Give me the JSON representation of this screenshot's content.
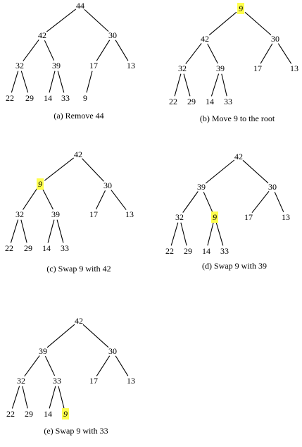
{
  "figure": {
    "highlight_color": "#ffff4d",
    "panels": [
      {
        "caption": "(a) Remove 44",
        "nodes": [
          {
            "id": "n0",
            "label": "44"
          },
          {
            "id": "n1",
            "label": "42"
          },
          {
            "id": "n2",
            "label": "30"
          },
          {
            "id": "n3",
            "label": "32"
          },
          {
            "id": "n4",
            "label": "39"
          },
          {
            "id": "n5",
            "label": "17"
          },
          {
            "id": "n6",
            "label": "13"
          },
          {
            "id": "n7",
            "label": "22"
          },
          {
            "id": "n8",
            "label": "29"
          },
          {
            "id": "n9",
            "label": "14"
          },
          {
            "id": "n10",
            "label": "33"
          },
          {
            "id": "n11",
            "label": "9"
          }
        ],
        "edges": [
          [
            "n0",
            "n1"
          ],
          [
            "n0",
            "n2"
          ],
          [
            "n1",
            "n3"
          ],
          [
            "n1",
            "n4"
          ],
          [
            "n2",
            "n5"
          ],
          [
            "n2",
            "n6"
          ],
          [
            "n3",
            "n7"
          ],
          [
            "n3",
            "n8"
          ],
          [
            "n4",
            "n9"
          ],
          [
            "n4",
            "n10"
          ],
          [
            "n5",
            "n11"
          ]
        ]
      },
      {
        "caption": "(b) Move 9 to the root",
        "nodes": [
          {
            "id": "n0",
            "label": "9",
            "highlight": true
          },
          {
            "id": "n1",
            "label": "42"
          },
          {
            "id": "n2",
            "label": "30"
          },
          {
            "id": "n3",
            "label": "32"
          },
          {
            "id": "n4",
            "label": "39"
          },
          {
            "id": "n5",
            "label": "17"
          },
          {
            "id": "n6",
            "label": "13"
          },
          {
            "id": "n7",
            "label": "22"
          },
          {
            "id": "n8",
            "label": "29"
          },
          {
            "id": "n9",
            "label": "14"
          },
          {
            "id": "n10",
            "label": "33"
          }
        ],
        "edges": [
          [
            "n0",
            "n1"
          ],
          [
            "n0",
            "n2"
          ],
          [
            "n1",
            "n3"
          ],
          [
            "n1",
            "n4"
          ],
          [
            "n2",
            "n5"
          ],
          [
            "n2",
            "n6"
          ],
          [
            "n3",
            "n7"
          ],
          [
            "n3",
            "n8"
          ],
          [
            "n4",
            "n9"
          ],
          [
            "n4",
            "n10"
          ]
        ]
      },
      {
        "caption": "(c) Swap 9 with 42",
        "nodes": [
          {
            "id": "n0",
            "label": "42"
          },
          {
            "id": "n1",
            "label": "9",
            "highlight": true
          },
          {
            "id": "n2",
            "label": "30"
          },
          {
            "id": "n3",
            "label": "32"
          },
          {
            "id": "n4",
            "label": "39"
          },
          {
            "id": "n5",
            "label": "17"
          },
          {
            "id": "n6",
            "label": "13"
          },
          {
            "id": "n7",
            "label": "22"
          },
          {
            "id": "n8",
            "label": "29"
          },
          {
            "id": "n9",
            "label": "14"
          },
          {
            "id": "n10",
            "label": "33"
          }
        ],
        "edges": [
          [
            "n0",
            "n1"
          ],
          [
            "n0",
            "n2"
          ],
          [
            "n1",
            "n3"
          ],
          [
            "n1",
            "n4"
          ],
          [
            "n2",
            "n5"
          ],
          [
            "n2",
            "n6"
          ],
          [
            "n3",
            "n7"
          ],
          [
            "n3",
            "n8"
          ],
          [
            "n4",
            "n9"
          ],
          [
            "n4",
            "n10"
          ]
        ]
      },
      {
        "caption": "(d) Swap 9 with 39",
        "nodes": [
          {
            "id": "n0",
            "label": "42"
          },
          {
            "id": "n1",
            "label": "39"
          },
          {
            "id": "n2",
            "label": "30"
          },
          {
            "id": "n3",
            "label": "32"
          },
          {
            "id": "n4",
            "label": "9",
            "highlight": true
          },
          {
            "id": "n5",
            "label": "17"
          },
          {
            "id": "n6",
            "label": "13"
          },
          {
            "id": "n7",
            "label": "22"
          },
          {
            "id": "n8",
            "label": "29"
          },
          {
            "id": "n9",
            "label": "14"
          },
          {
            "id": "n10",
            "label": "33"
          }
        ],
        "edges": [
          [
            "n0",
            "n1"
          ],
          [
            "n0",
            "n2"
          ],
          [
            "n1",
            "n3"
          ],
          [
            "n1",
            "n4"
          ],
          [
            "n2",
            "n5"
          ],
          [
            "n2",
            "n6"
          ],
          [
            "n3",
            "n7"
          ],
          [
            "n3",
            "n8"
          ],
          [
            "n4",
            "n9"
          ],
          [
            "n4",
            "n10"
          ]
        ]
      },
      {
        "caption": "(e) Swap 9 with 33",
        "nodes": [
          {
            "id": "n0",
            "label": "42"
          },
          {
            "id": "n1",
            "label": "39"
          },
          {
            "id": "n2",
            "label": "30"
          },
          {
            "id": "n3",
            "label": "32"
          },
          {
            "id": "n4",
            "label": "33"
          },
          {
            "id": "n5",
            "label": "17"
          },
          {
            "id": "n6",
            "label": "13"
          },
          {
            "id": "n7",
            "label": "22"
          },
          {
            "id": "n8",
            "label": "29"
          },
          {
            "id": "n9",
            "label": "14"
          },
          {
            "id": "n10",
            "label": "9",
            "highlight": true
          }
        ],
        "edges": [
          [
            "n0",
            "n1"
          ],
          [
            "n0",
            "n2"
          ],
          [
            "n1",
            "n3"
          ],
          [
            "n1",
            "n4"
          ],
          [
            "n2",
            "n5"
          ],
          [
            "n2",
            "n6"
          ],
          [
            "n3",
            "n7"
          ],
          [
            "n3",
            "n8"
          ],
          [
            "n4",
            "n9"
          ],
          [
            "n4",
            "n10"
          ]
        ]
      }
    ]
  }
}
